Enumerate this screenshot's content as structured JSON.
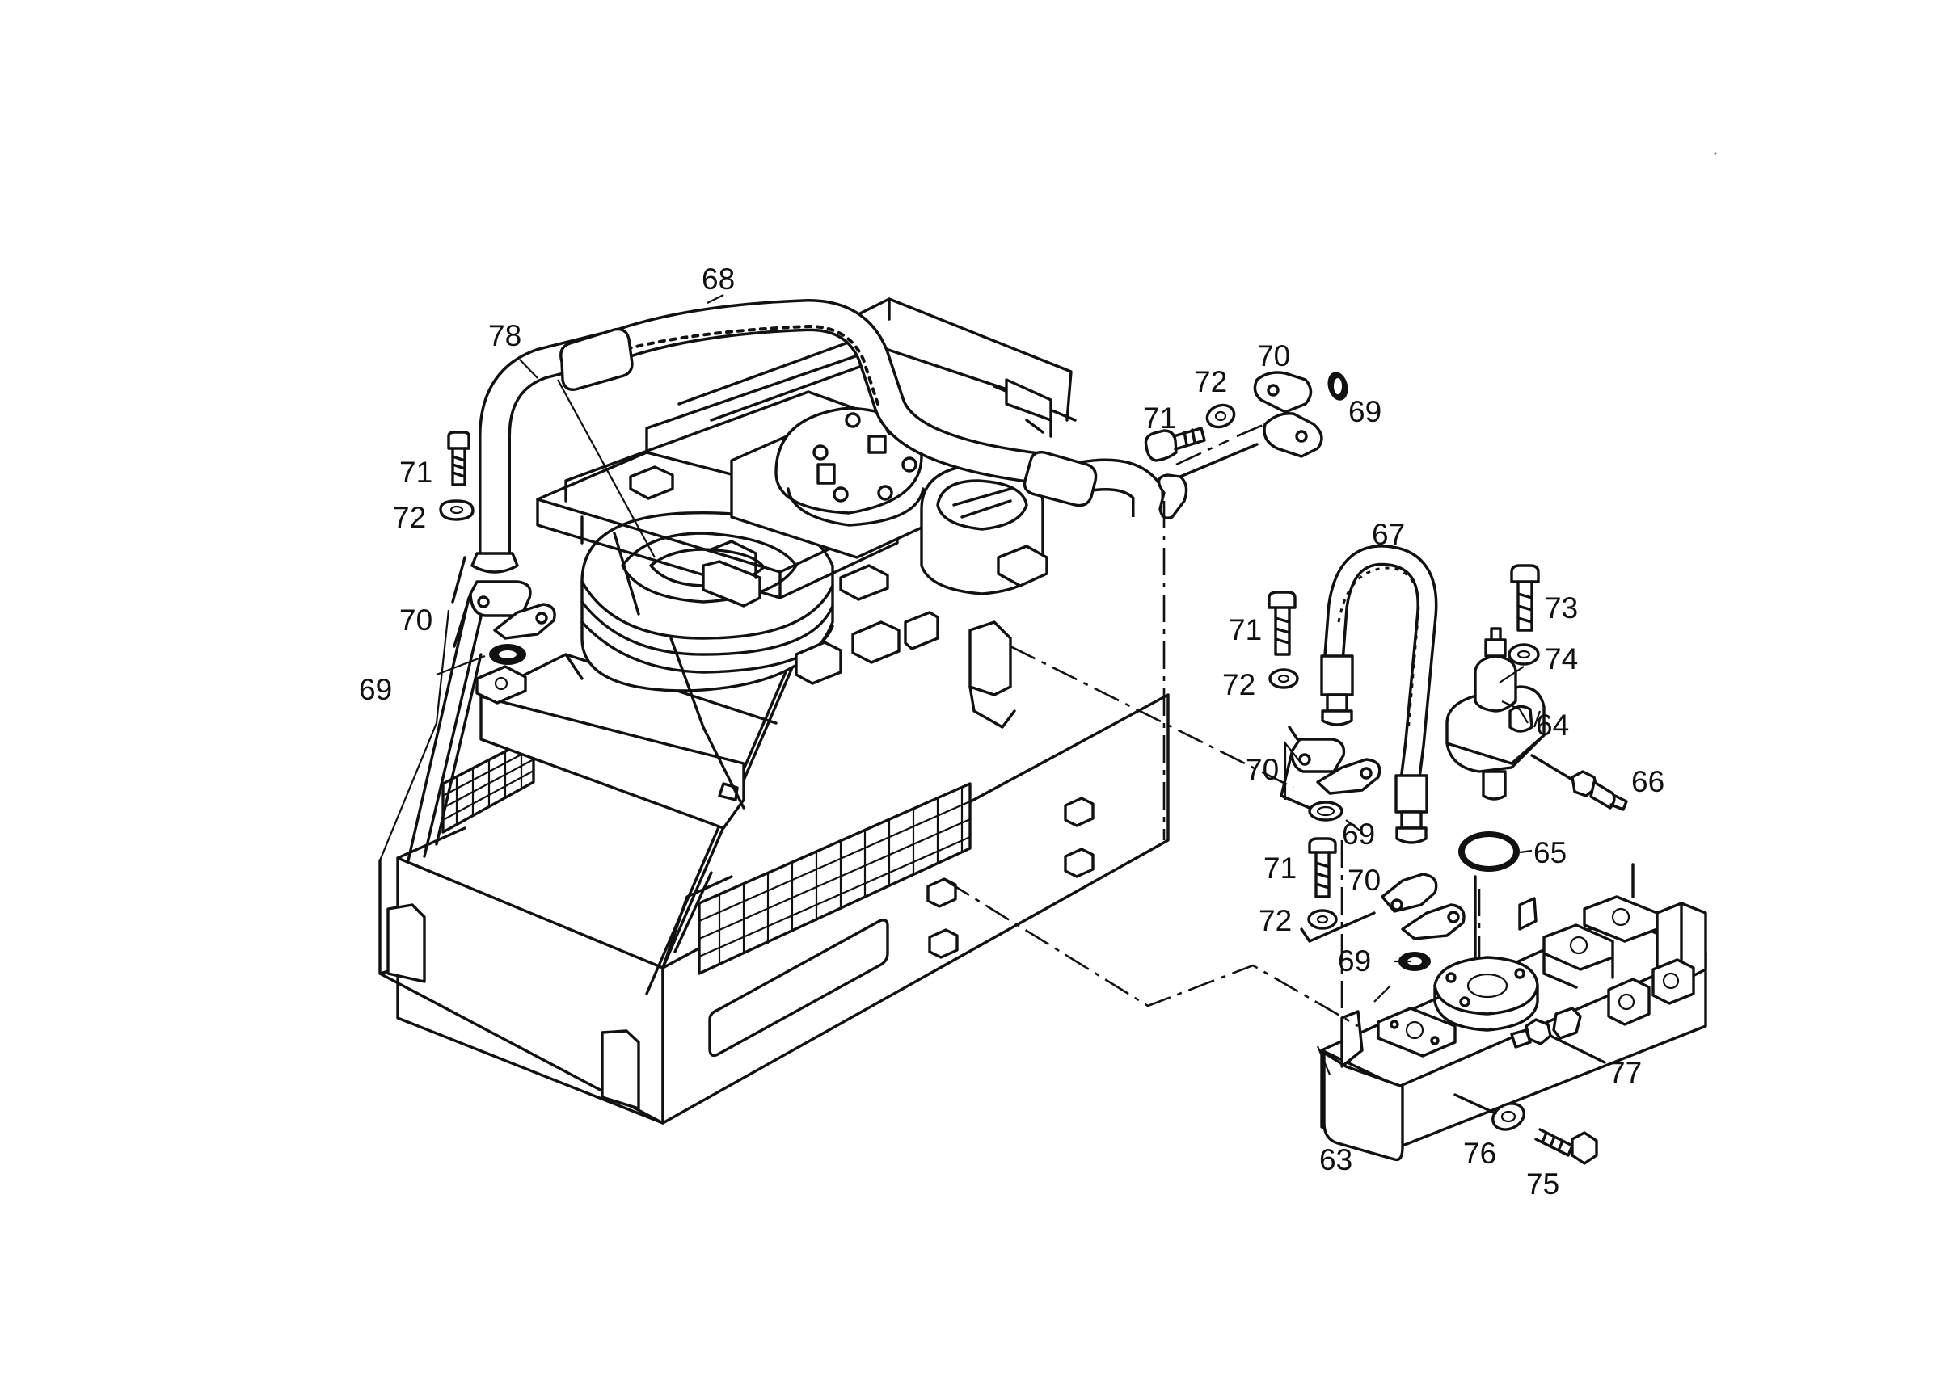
{
  "diagram": {
    "callouts": [
      {
        "id": "c68",
        "text": "68"
      },
      {
        "id": "c78",
        "text": "78"
      },
      {
        "id": "c71a",
        "text": "71"
      },
      {
        "id": "c72a",
        "text": "72"
      },
      {
        "id": "c70a",
        "text": "70"
      },
      {
        "id": "c69a",
        "text": "69"
      },
      {
        "id": "c70b",
        "text": "70"
      },
      {
        "id": "c72b",
        "text": "72"
      },
      {
        "id": "c71b",
        "text": "71"
      },
      {
        "id": "c69b",
        "text": "69"
      },
      {
        "id": "c67",
        "text": "67"
      },
      {
        "id": "c71c",
        "text": "71"
      },
      {
        "id": "c72c",
        "text": "72"
      },
      {
        "id": "c70c",
        "text": "70"
      },
      {
        "id": "c69c",
        "text": "69"
      },
      {
        "id": "c73",
        "text": "73"
      },
      {
        "id": "c74",
        "text": "74"
      },
      {
        "id": "c64",
        "text": "64"
      },
      {
        "id": "c66",
        "text": "66"
      },
      {
        "id": "c65",
        "text": "65"
      },
      {
        "id": "c71d",
        "text": "71"
      },
      {
        "id": "c70d",
        "text": "70"
      },
      {
        "id": "c72d",
        "text": "72"
      },
      {
        "id": "c69d",
        "text": "69"
      },
      {
        "id": "c77",
        "text": "77"
      },
      {
        "id": "c63",
        "text": "63"
      },
      {
        "id": "c76",
        "text": "76"
      },
      {
        "id": "c75",
        "text": "75"
      }
    ]
  }
}
